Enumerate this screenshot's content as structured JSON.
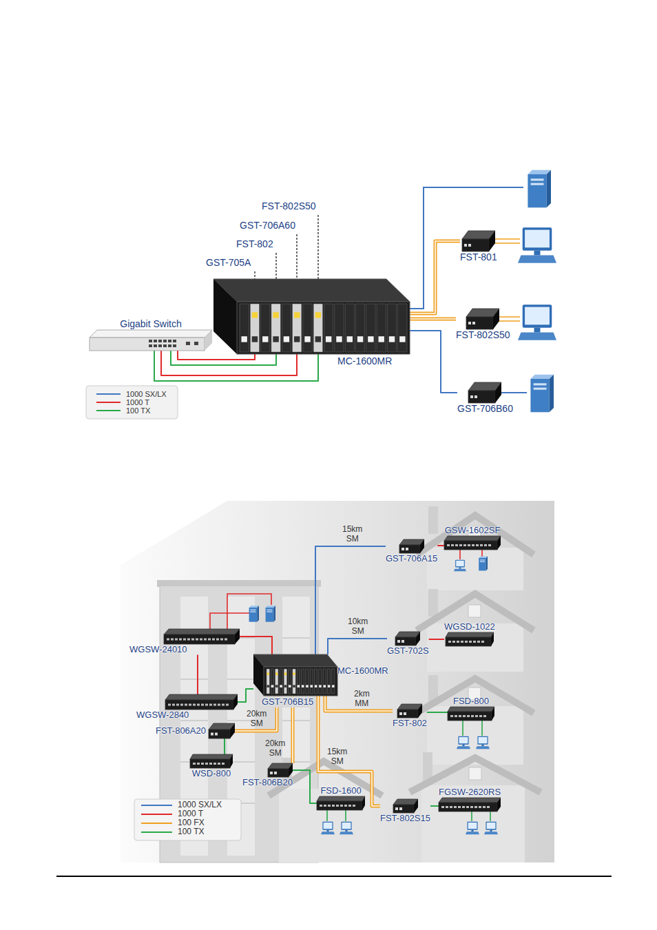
{
  "diagram": {
    "nodes": [
      {
        "text": [
          "Gigabit Switch"
        ]
      },
      {
        "text": [
          "MC-1600MR"
        ]
      },
      {
        "text": [
          "FST-801"
        ]
      },
      {
        "text": [
          "FST-802S50"
        ]
      },
      {
        "text": [
          "GST-706B60"
        ]
      },
      {
        "text": [
          "MC-1600MR"
        ]
      },
      {
        "text": [
          "WGSW-24010"
        ]
      },
      {
        "text": [
          "WGSW-2840"
        ]
      },
      {
        "text": [
          "FST-806A20"
        ]
      },
      {
        "text": [
          "WSD-800"
        ]
      },
      {
        "text": [
          "GST-706A15"
        ]
      },
      {
        "text": [
          "GSW-1602SF"
        ]
      },
      {
        "text": [
          "GST-702S"
        ]
      },
      {
        "text": [
          "WGSD-1022"
        ]
      },
      {
        "text": [
          "FST-802"
        ]
      },
      {
        "text": [
          "FSD-800"
        ]
      },
      {
        "text": [
          "FST-802S15"
        ]
      },
      {
        "text": [
          "FGSW-2620RS"
        ]
      },
      {
        "text": [
          "FST-806B20"
        ]
      },
      {
        "text": [
          "FSD-1600"
        ]
      }
    ],
    "edges": [
      {
        "from": 0,
        "to": 1,
        "arrow": "none"
      },
      {
        "from": 0,
        "to": 1,
        "arrow": "none"
      },
      {
        "from": 0,
        "to": 1,
        "arrow": "none"
      },
      {
        "from": 0,
        "to": 1,
        "arrow": "none"
      },
      {
        "from": 1,
        "to": 2,
        "arrow": "none"
      },
      {
        "from": 1,
        "to": 3,
        "arrow": "none"
      },
      {
        "from": 1,
        "to": 4,
        "arrow": "none"
      },
      {
        "from": 6,
        "to": 5,
        "arrow": "none"
      },
      {
        "from": 6,
        "to": 7,
        "arrow": "none"
      },
      {
        "from": 7,
        "to": 5,
        "arrow": "none"
      },
      {
        "from": 5,
        "to": 10,
        "label": "15km SM",
        "arrow": "none"
      },
      {
        "from": 10,
        "to": 11,
        "arrow": "none"
      },
      {
        "from": 5,
        "to": 12,
        "label": "10km SM",
        "arrow": "none"
      },
      {
        "from": 12,
        "to": 13,
        "arrow": "none"
      },
      {
        "from": 5,
        "to": 14,
        "label": "2km MM",
        "arrow": "none"
      },
      {
        "from": 14,
        "to": 15,
        "arrow": "none"
      },
      {
        "from": 5,
        "to": 16,
        "label": "15km SM",
        "arrow": "none"
      },
      {
        "from": 16,
        "to": 17,
        "arrow": "none"
      },
      {
        "from": 5,
        "to": 18,
        "label": "20km SM",
        "arrow": "none"
      },
      {
        "from": 18,
        "to": 19,
        "arrow": "none"
      },
      {
        "from": 5,
        "to": 8,
        "label": "20km SM",
        "arrow": "none"
      },
      {
        "from": 8,
        "to": 9,
        "arrow": "none"
      }
    ],
    "labels": [
      "GST-705A",
      "FST-802",
      "GST-706A60",
      "FST-802S50",
      "GST-706B15"
    ],
    "legend": [
      {
        "text": "1000 SX/LX",
        "color": "#3f76c0"
      },
      {
        "text": "1000 T",
        "color": "#e0292a"
      },
      {
        "text": "100 TX",
        "color": "#2aa84a"
      },
      {
        "text": "1000 SX/LX",
        "color": "#3f76c0"
      },
      {
        "text": "1000 T",
        "color": "#e0292a"
      },
      {
        "text": "100 FX",
        "color": "#f0a020"
      },
      {
        "text": "100 TX",
        "color": "#2aa84a"
      }
    ]
  }
}
